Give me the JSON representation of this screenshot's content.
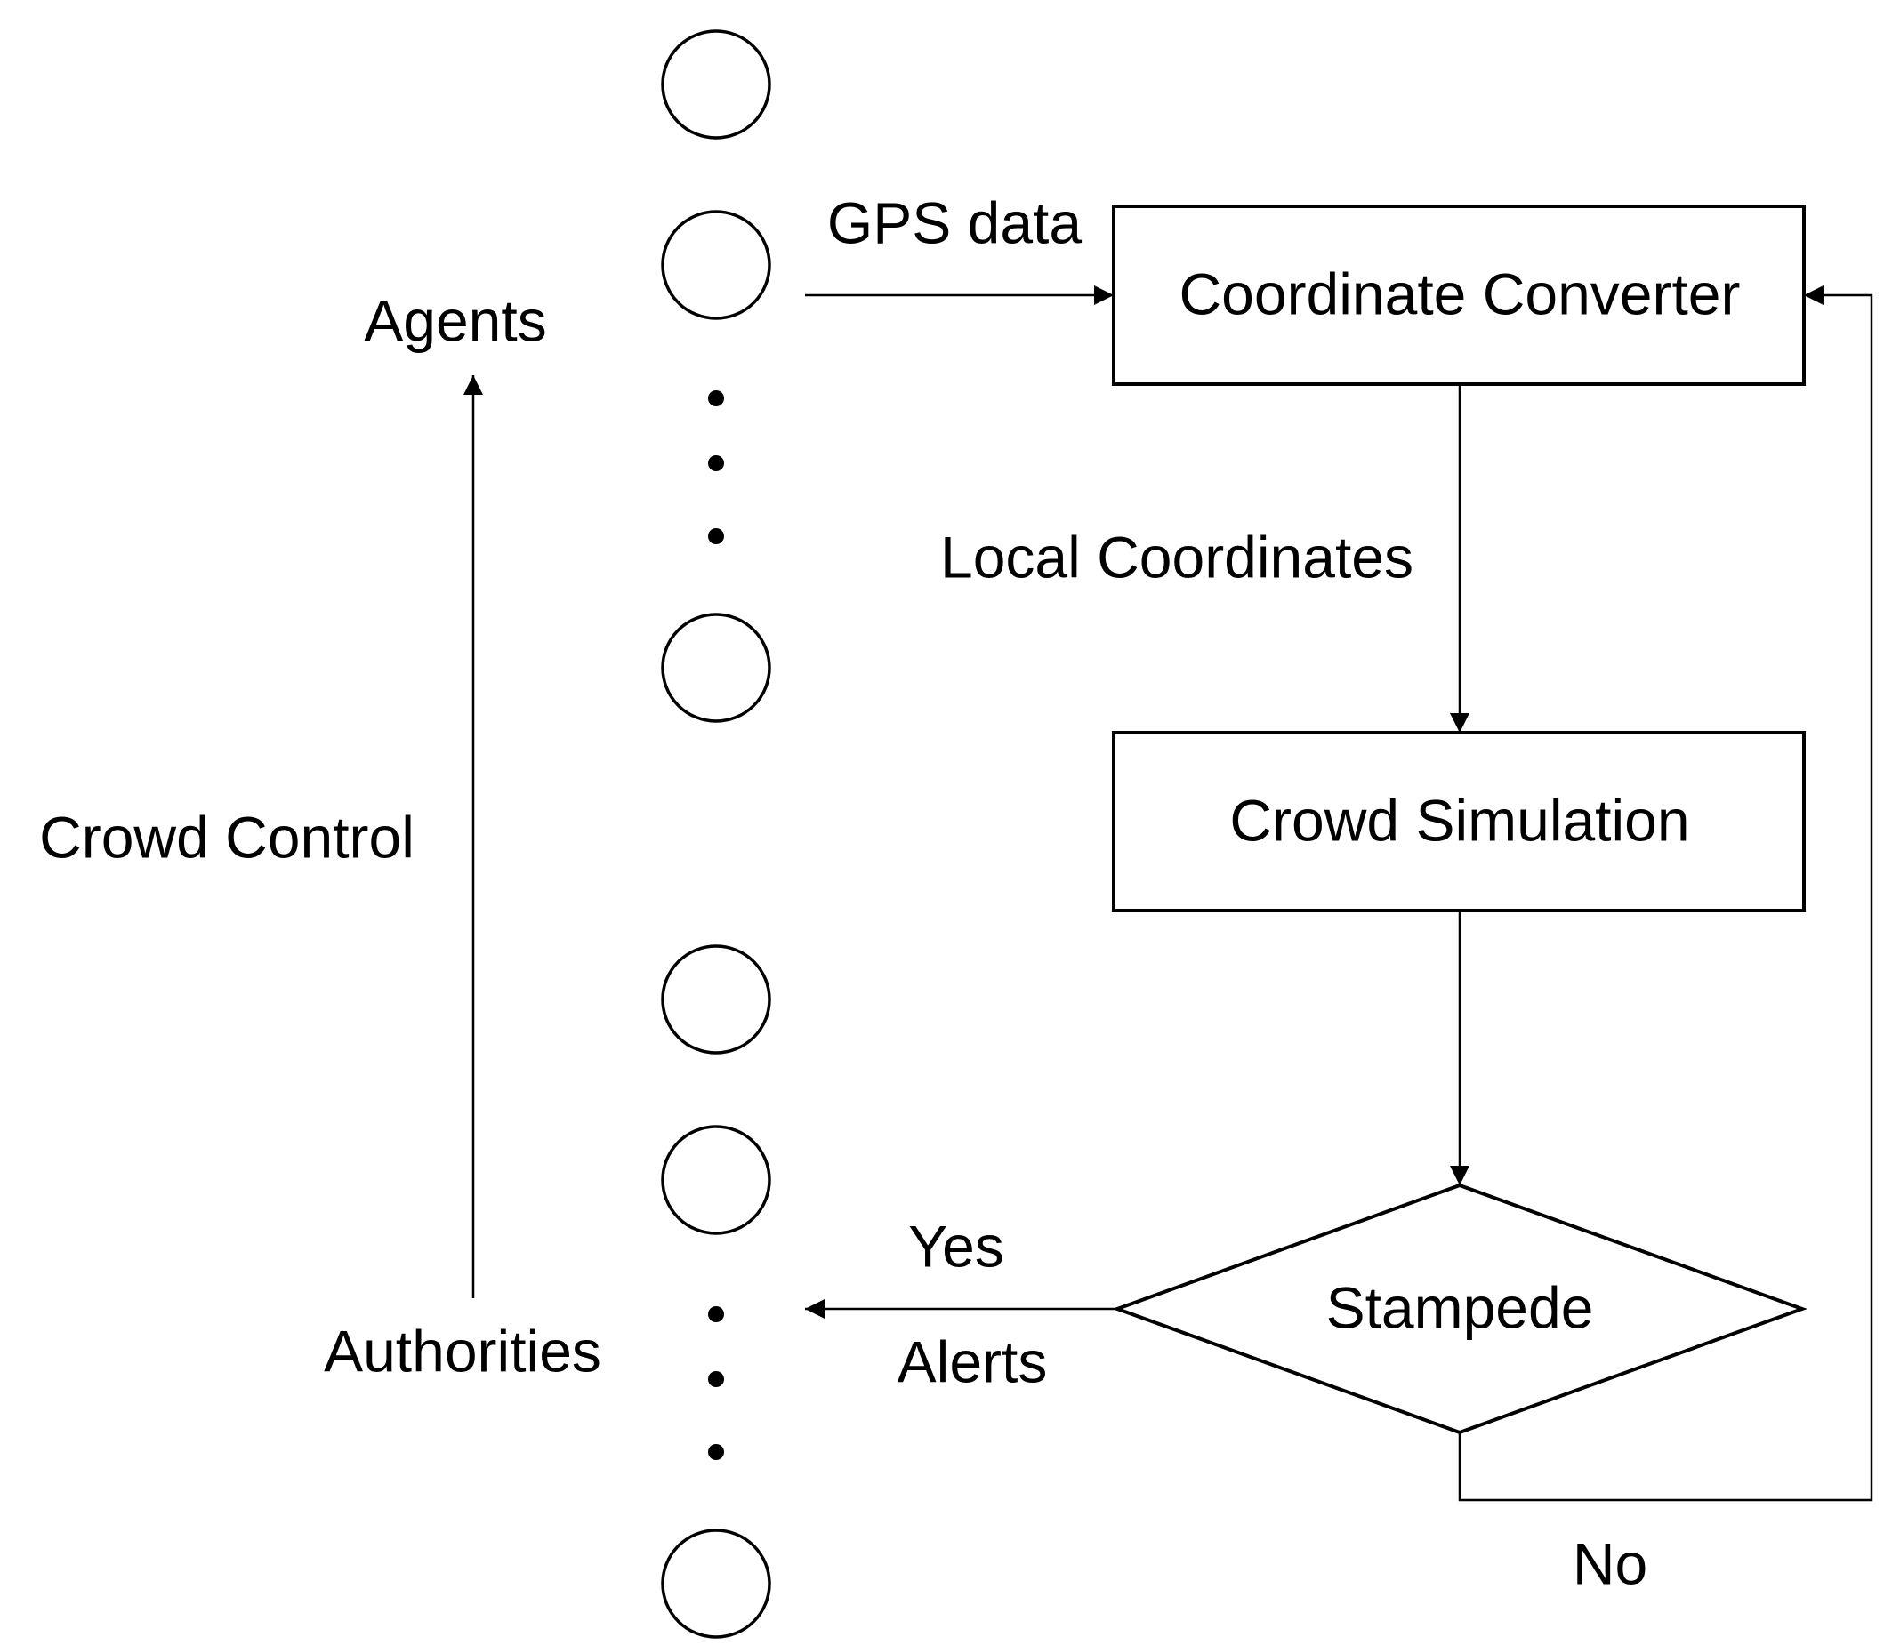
{
  "labels": {
    "agents": "Agents",
    "authorities": "Authorities",
    "crowd_control": "Crowd Control",
    "gps_data": "GPS data",
    "local_coordinates": "Local Coordinates",
    "yes": "Yes",
    "alerts": "Alerts",
    "no": "No"
  },
  "nodes": {
    "coordinate_converter": "Coordinate Converter",
    "crowd_simulation": "Crowd Simulation",
    "stampede": "Stampede"
  },
  "colors": {
    "line": "#000000",
    "background": "#ffffff"
  }
}
